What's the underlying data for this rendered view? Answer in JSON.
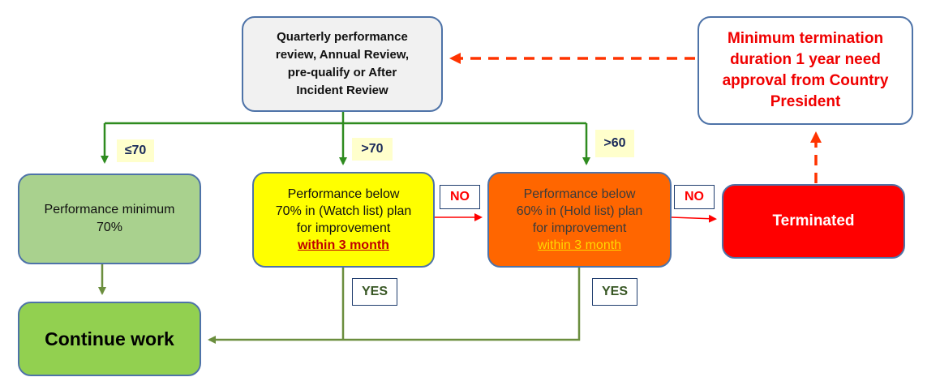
{
  "nodes": {
    "review": [
      "Quarterly performance",
      "review, Annual Review,",
      "pre-qualify or After",
      "Incident Review"
    ],
    "termination_note": [
      "Minimum termination",
      "duration 1 year need",
      "approval from Country",
      "President"
    ],
    "performance_minimum": [
      "Performance minimum",
      "70%"
    ],
    "watch_list": [
      "Performance below",
      "70% in (Watch list) plan",
      "for improvement"
    ],
    "watch_list_deadline": "within 3 month",
    "hold_list": [
      "Performance below",
      "60% in (Hold list) plan",
      "for improvement"
    ],
    "hold_list_deadline": "within 3 month",
    "terminated": "Terminated",
    "continue_work": "Continue work"
  },
  "labels": {
    "threshold_le70": "≤70",
    "threshold_gt70": ">70",
    "threshold_gt60": ">60",
    "no_watch": "NO",
    "no_hold": "NO",
    "yes_watch": "YES",
    "yes_hold": "YES"
  },
  "colors": {
    "green_line": "#2e8b1f",
    "olive_line": "#6b8e3e",
    "red_line": "#ff0000",
    "dashed_line": "#ff3300",
    "box_border": "#4e73a8"
  }
}
